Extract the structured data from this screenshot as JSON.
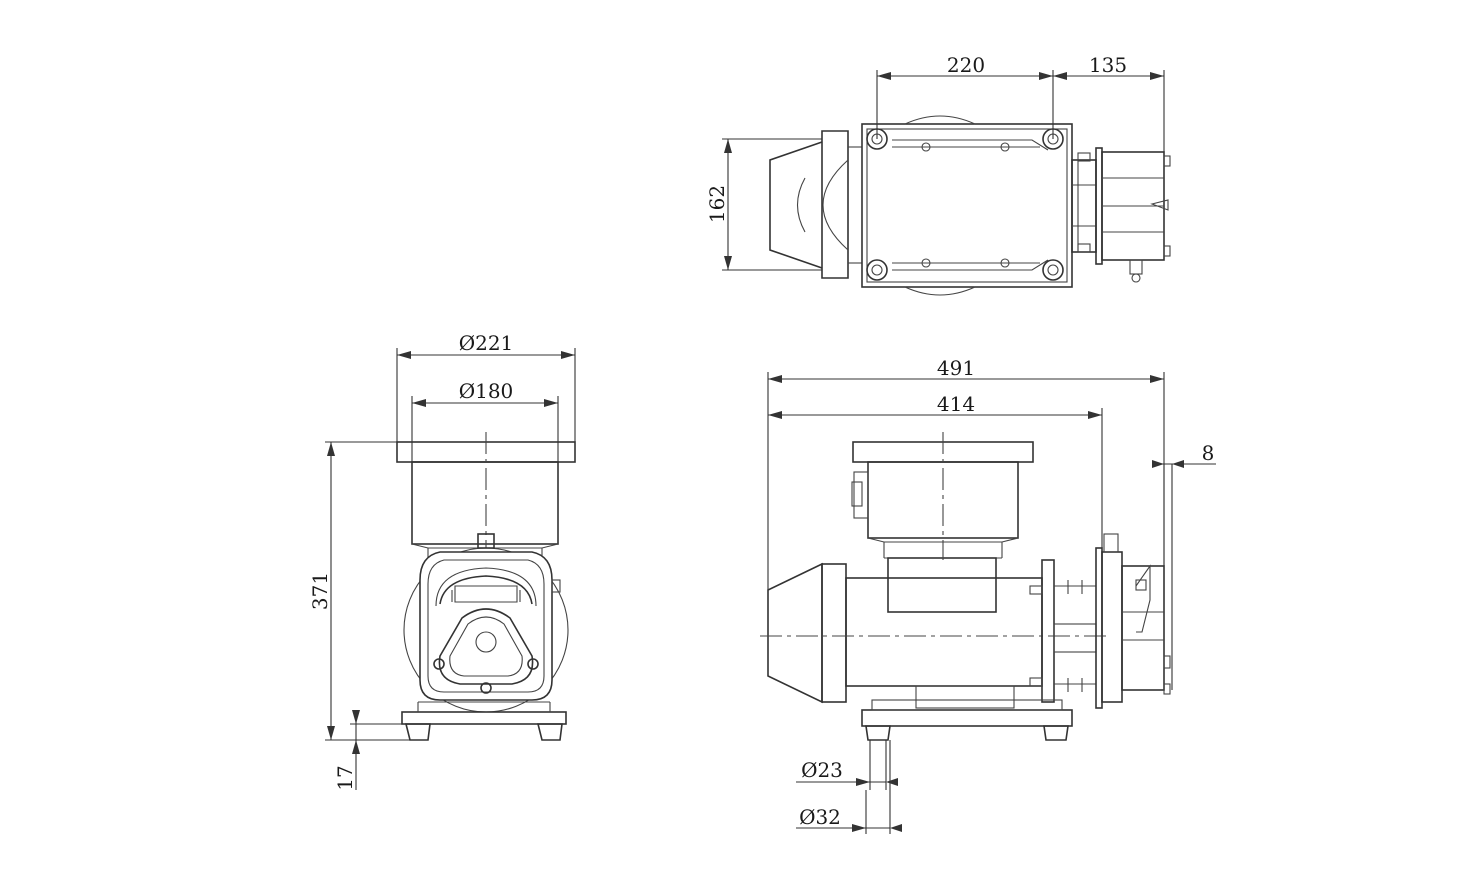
{
  "top_view": {
    "dim_220": "220",
    "dim_135": "135",
    "dim_162": "162"
  },
  "front_view": {
    "dim_d221": "Ø221",
    "dim_d180": "Ø180",
    "dim_371": "371",
    "dim_17": "17"
  },
  "side_view": {
    "dim_491": "491",
    "dim_414": "414",
    "dim_8": "8",
    "dim_d23": "Ø23",
    "dim_d32": "Ø32"
  },
  "colors": {
    "line": "#333333",
    "background": "#ffffff"
  }
}
